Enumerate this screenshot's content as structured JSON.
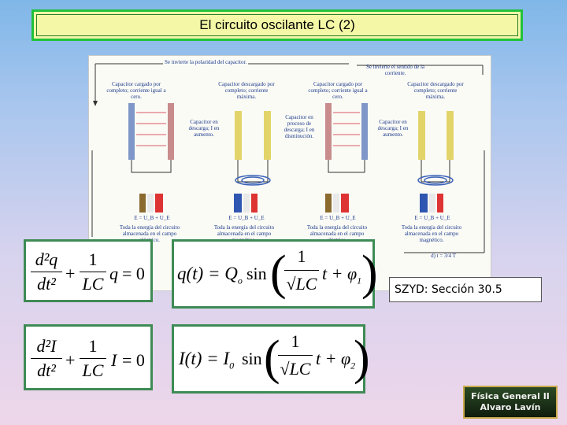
{
  "title": "El circuito oscilante LC (2)",
  "reference": "SZYD: Sección 30.5",
  "logo": {
    "line1": "Física General II",
    "line2": "Alvaro Lavín"
  },
  "diagram": {
    "top_left_label": "Se invierte la polaridad del capacitor.",
    "top_right_label": "Se invierte el sentido de la corriente.",
    "panel_titles": [
      "Capacitor cargado por completo; corriente igual a cero.",
      "Capacitor descargado por completo; corriente máxima.",
      "Capacitor cargado por completo; corriente igual a cero.",
      "Capacitor descargado por completo; corriente máxima."
    ],
    "side_notes": [
      "Capacitor en descarga; I en aumento.",
      "Capacitor en proceso de descarga; I en disminución.",
      "Capacitor en descarga; I en aumento."
    ],
    "energy_eqs": [
      "E = U_B + U_E",
      "E = U_B + U_E",
      "E = U_B + U_E",
      "E = U_B + U_E"
    ],
    "energy_notes": [
      "Toda la energía del circuito almacenada en el campo eléctrico.",
      "Toda la energía del circuito almacenada en el campo magnético.",
      "Toda la energía del circuito almacenada en el campo eléctrico.",
      "Toda la energía del circuito almacenada en el campo magnético."
    ],
    "time_label": "d) t = 3/4 T"
  },
  "equations": {
    "eq1": {
      "lhs_num": "d²q",
      "lhs_den": "dt²",
      "frac_num": "1",
      "frac_den": "LC",
      "var": "q",
      "rhs": "= 0"
    },
    "eq2": {
      "lhs": "q(t) = Q",
      "sub": "o",
      "fn": "sin",
      "frac_num": "1",
      "frac_den": "√LC",
      "tail": "t + φ",
      "tail_sub": "1"
    },
    "eq3": {
      "lhs_num": "d²I",
      "lhs_den": "dt²",
      "frac_num": "1",
      "frac_den": "LC",
      "var": "I",
      "rhs": "= 0"
    },
    "eq4": {
      "lhs": "I(t) = I",
      "sub": "0",
      "fn": "sin",
      "frac_num": "1",
      "frac_den": "√LC",
      "tail": "t + φ",
      "tail_sub": "2"
    }
  },
  "colors": {
    "title_bg": "#f3f7a6",
    "title_border": "#22c13a",
    "eq_border": "#3e8b55"
  }
}
